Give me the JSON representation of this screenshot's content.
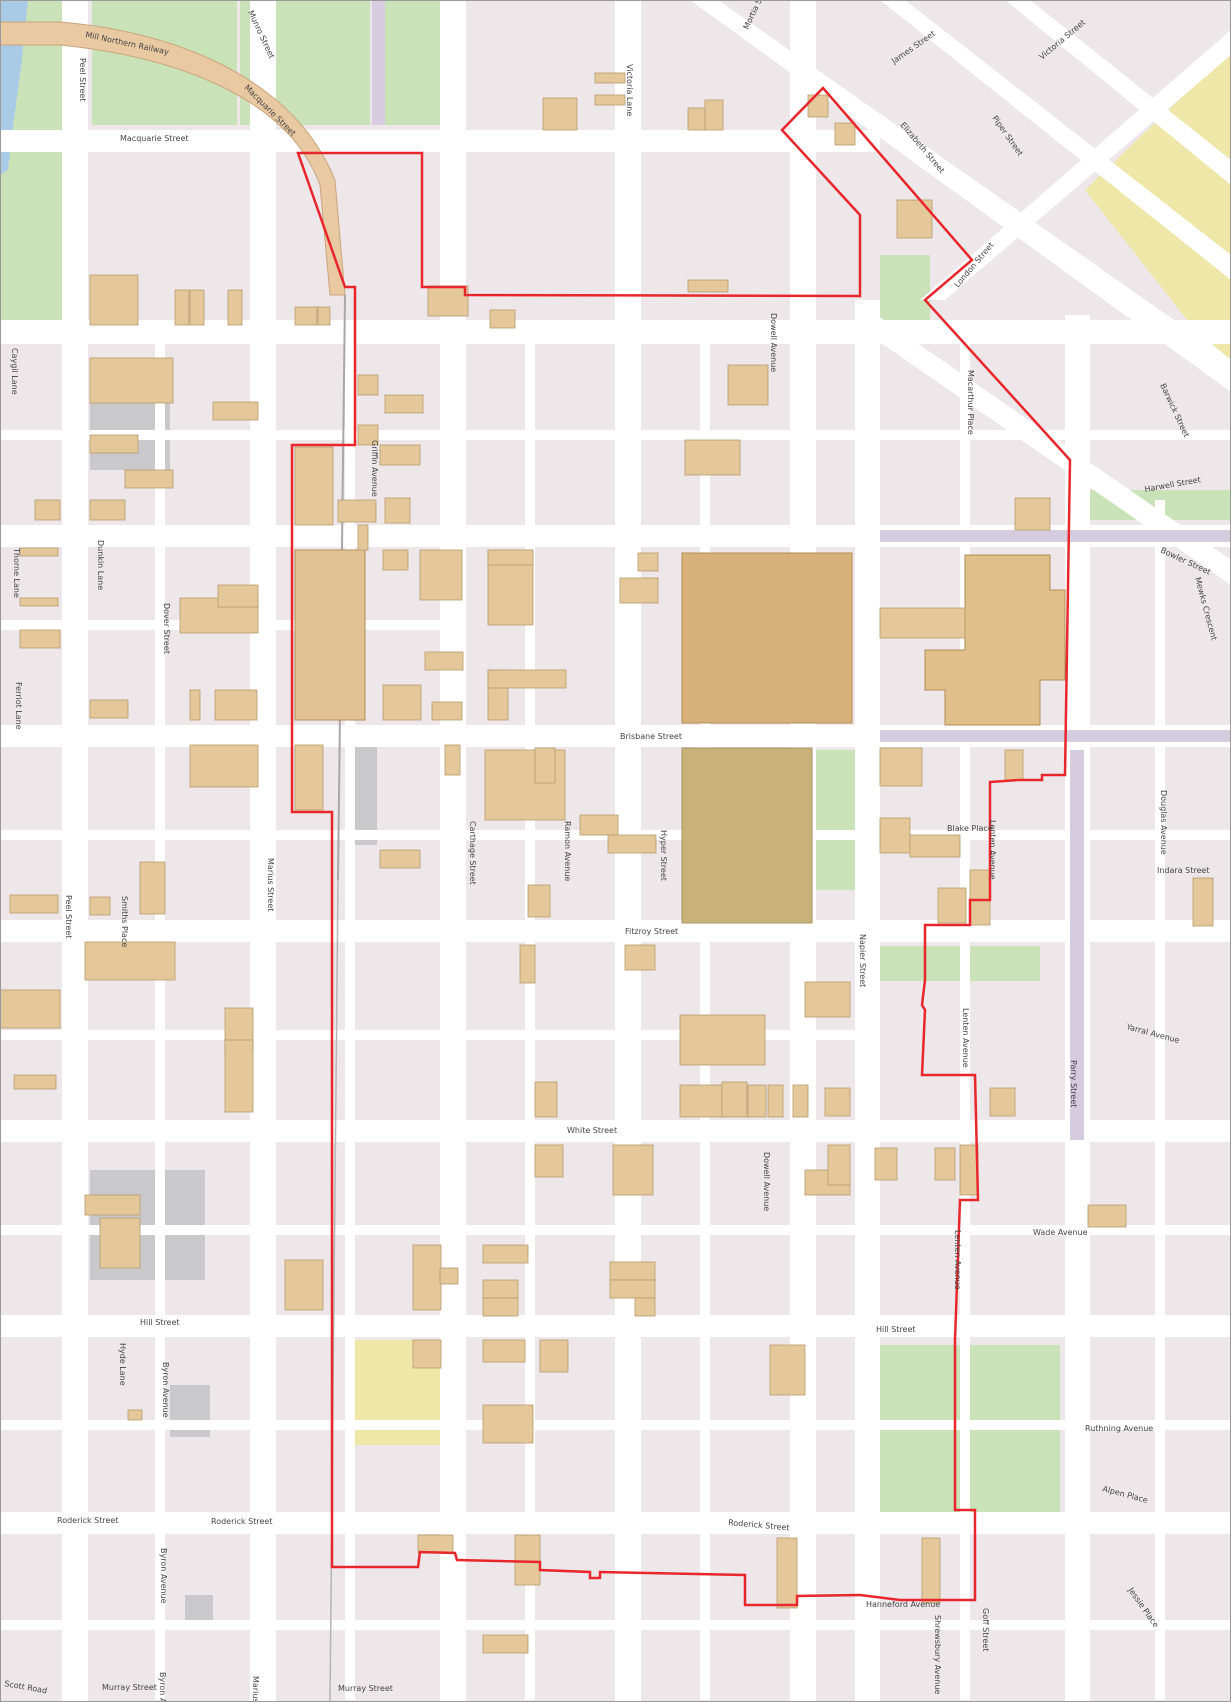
{
  "map": {
    "colors": {
      "background": "#ede7ea",
      "road": "#ffffff",
      "building": "#e5c89a",
      "building_outline": "#b79b6e",
      "park": "#c9e2b8",
      "boundary": "#e8262b",
      "rail": "#e8c9a2",
      "water": "#a9cbe6",
      "pale_block": "#efe7a8",
      "grey_block": "#c9c9cc",
      "large_site": "#d6b27a"
    },
    "labels": {
      "wnr": "Mill Northern Railway",
      "macquarie_st_1": "Macquarie Street",
      "macquarie_st_2": "Macquarie Street",
      "munro_st": "Munro Street",
      "victoria_lane": "Victoria Lane",
      "mortia_st": "Mortia Street",
      "james_st": "James Street",
      "victoria_st": "Victoria Street",
      "elizabeth_st": "Elizabeth Street",
      "piper_st": "Piper Street",
      "london_st": "London Street",
      "dowell_ave_1": "Dowell Avenue",
      "macarthur_pl": "Macarthur Place",
      "barwick_st": "Barwick Street",
      "harwell_st": "Harwell Street",
      "bowler_st": "Bowler Street",
      "mewks_cr": "Mewks Crescent",
      "peel_st_1": "Peel Street",
      "caygil_lane": "Caygil Lane",
      "griffin_ave": "Griffin Avenue",
      "dunkin_lane": "Dunkin Lane",
      "thorne_lane": "Thorne Lane",
      "dover_st": "Dover Street",
      "ferriot_lane": "Ferriot Lane",
      "brisbane_st": "Brisbane Street",
      "smiths_place": "Smiths Place",
      "peel_st_2": "Peel Street",
      "marius_st": "Marius Street",
      "carthage_st": "Carthage Street",
      "ramon_ave": "Ramon Avenue",
      "hyper_st": "Hyper Street",
      "napier_st": "Napier Street",
      "blake_place": "Blake Place",
      "lenten_ave_1": "Lenten Avenue",
      "douglas_ave": "Douglas Avenue",
      "indara_st": "Indara Street",
      "fitzroy_st": "Fitzroy Street",
      "lenten_ave_2": "Lenten Avenue",
      "yarral_ave": "Yarral Avenue",
      "parry_st": "Parry Street",
      "white_st": "White Street",
      "dowell_ave_2": "Dowell Avenue",
      "lenten_ave_3": "Lenten Avenue",
      "wade_ave": "Wade Avenue",
      "hill_st_1": "Hill Street",
      "hill_st_2": "Hill Street",
      "hyde_lane": "Hyde Lane",
      "byron_ave_1": "Byron Avenue",
      "ruthning_ave": "Ruthning Avenue",
      "alpen_place": "Alpen Place",
      "roderick_st_1": "Roderick Street",
      "roderick_st_2": "Roderick Street",
      "roderick_st_3": "Roderick Street",
      "byron_ave_2": "Byron Avenue",
      "hanneford_ave": "Hanneford Avenue",
      "scott_road": "Scott Road",
      "murray_st_1": "Murray Street",
      "byron_ave_3": "Byron Avenue",
      "marius_st_2": "Marius Street",
      "murray_st_2": "Murray Street",
      "shrewsbury_ave": "Shrewsbury Avenue",
      "goff_st": "Goff Street",
      "jessie_place": "Jessie Place"
    }
  }
}
